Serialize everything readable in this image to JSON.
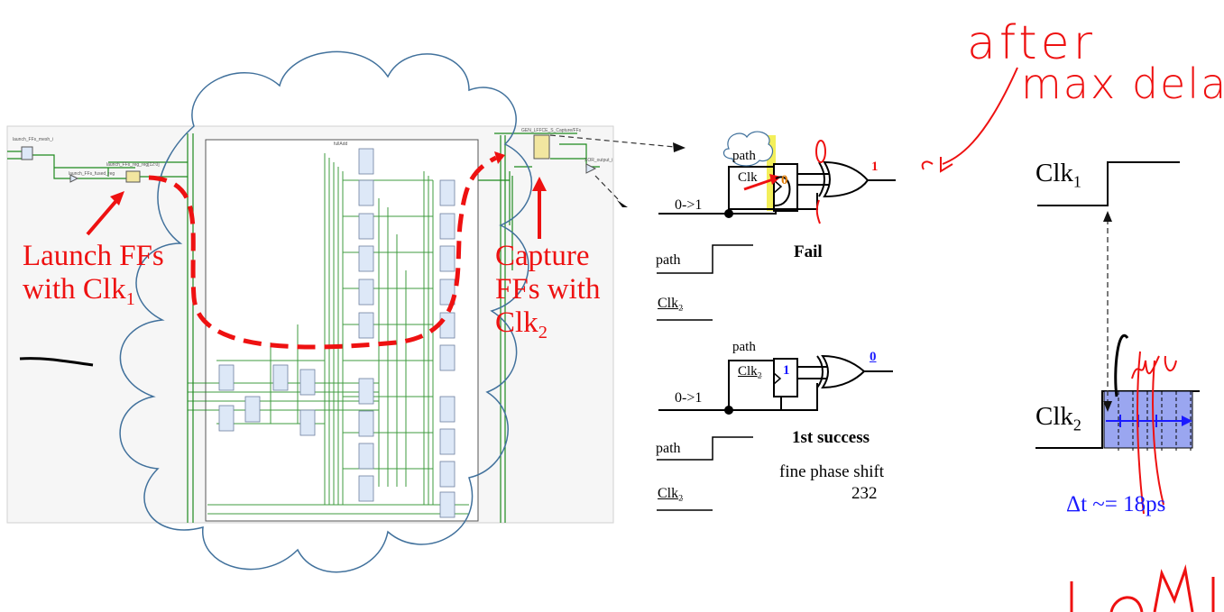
{
  "schematic": {
    "launch_label": "Launch FFs with Clk",
    "launch_sub": "1",
    "capture_label": "Capture FFs with Clk",
    "capture_sub": "2",
    "inner_title": "fullAdd",
    "port_labels": [
      "launch_FFs_mesh_i",
      "launch_FFs_fused_reg",
      "launch_FFs_reg_reg[12:0]",
      "GEN_LFFCE_S_Capture/FFs",
      "XOR_output_i"
    ]
  },
  "fail_case": {
    "path_label": "path",
    "clk_label": "Clk",
    "input_label": "0->1",
    "ff_value": "0",
    "gate_output": "1",
    "result": "Fail",
    "wave_path_label": "path",
    "wave_clk_label": "Clk",
    "wave_clk_sub": "2"
  },
  "success_case": {
    "path_label": "path",
    "clk_label": "Clk",
    "clk_sub": "2",
    "input_label": "0->1",
    "ff_value": "1",
    "gate_output": "0",
    "result": "1st success",
    "caption_line1": "fine phase shift",
    "caption_line2": "232",
    "wave_path_label": "path",
    "wave_clk_label": "Clk",
    "wave_clk_sub": "2"
  },
  "timing": {
    "clk1_label": "Clk",
    "clk1_sub": "1",
    "clk2_label": "Clk",
    "clk2_sub": "2",
    "delta_label": "Δt ~= 18ps"
  },
  "annotations": {
    "handwriting_line1": "after",
    "handwriting_line2": "max delay"
  },
  "colors": {
    "annotation_red": "#ee1111",
    "cloud_blue": "#41719c",
    "wire_green": "#1e8a1e",
    "ff_fill": "#dde8f7",
    "highlight_yellow": "#f3ef5a",
    "shift_region": "#9aa6f0",
    "delta_blue": "#1a1aff"
  }
}
